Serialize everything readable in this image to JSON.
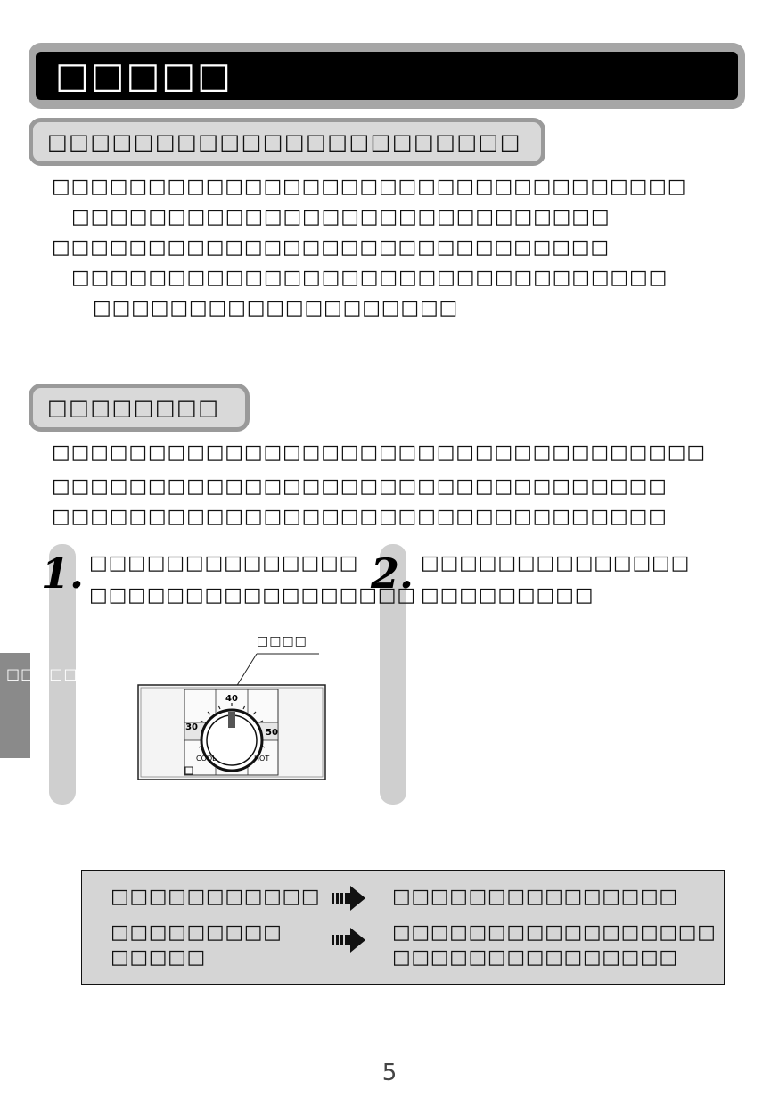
{
  "header": {
    "title": "□□□□□"
  },
  "section1": {
    "heading": "□□□□□□□□□□□□□□□□□□□□□□",
    "lines": [
      "□□□□□□□□□□□□□□□□□□□□□□□□□□□□□□□□□",
      "□□□□□□□□□□□□□□□□□□□□□□□□□□□□",
      "□□□□□□□□□□□□□□□□□□□□□□□□□□□□□",
      "□□□□□□□□□□□□□□□□□□□□□□□□□□□□□□□",
      "□□□□□□□□□□□□□□□□□□□"
    ]
  },
  "section2": {
    "heading": "□□□□□□□□",
    "lines": [
      "□□□□□□□□□□□□□□□□□□□□□□□□□□□□□□□□□□",
      "□□□□□□□□□□□□□□□□□□□□□□□□□□□□□□□□",
      "□□□□□□□□□□□□□□□□□□□□□□□□□□□□□□□□"
    ]
  },
  "steps": [
    {
      "number": "1.",
      "lines": [
        "□□□□□□□□□□□□□□",
        "□□□□□□□□□□□□□□□□□"
      ]
    },
    {
      "number": "2.",
      "lines": [
        "□□□□□□□□□□□□□□",
        "□□□□□□□□□"
      ]
    }
  ],
  "side_tab": {
    "label": "□□□□□"
  },
  "figure": {
    "callout": "□□□□",
    "dial_top": "40",
    "dial_left": "30",
    "dial_right": "50",
    "label_cool": "COOL",
    "label_hot": "HOT"
  },
  "notes": [
    {
      "condition": [
        "□□□□□□□□□□□"
      ],
      "result": [
        "□□□□□□□□□□□□□□□"
      ]
    },
    {
      "condition": [
        "□□□□□□□□□",
        "□□□□□"
      ],
      "result": [
        "□□□□□□□□□□□□□□□□□",
        "□□□□□□□□□□□□□□□"
      ]
    }
  ],
  "page_number": "5"
}
